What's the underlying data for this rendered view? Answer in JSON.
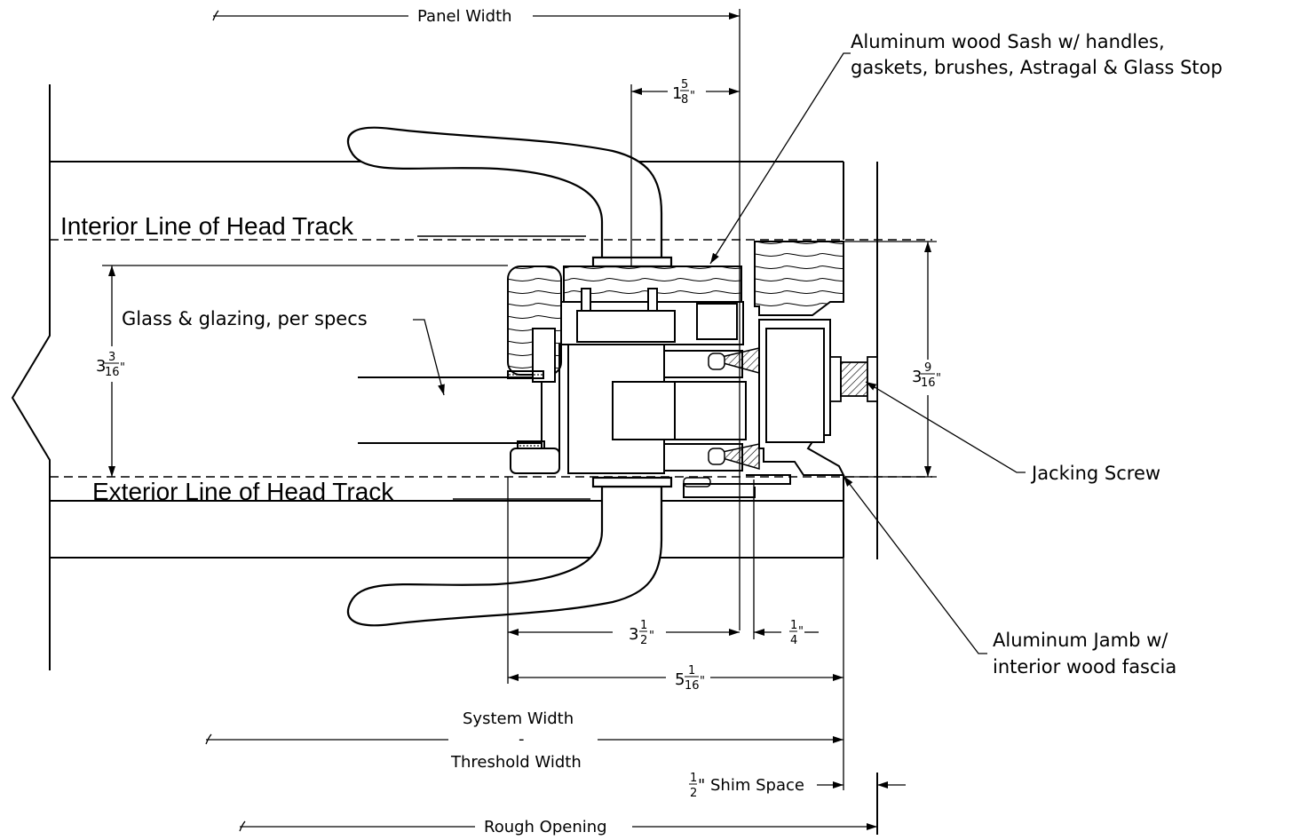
{
  "labels": {
    "panel_width": "Panel Width",
    "interior_line": "Interior Line of Head Track",
    "exterior_line": "Exterior Line of Head Track",
    "glass_glazing": "Glass & glazing, per specs",
    "sash_line1": "Aluminum wood Sash w/ handles,",
    "sash_line2": "gaskets, brushes, Astragal & Glass Stop",
    "jacking_screw": "Jacking Screw",
    "jamb_line1": "Aluminum Jamb w/",
    "jamb_line2": "interior wood fascia",
    "system_width": "System Width",
    "dash": "-",
    "threshold_width": "Threshold Width",
    "shim_space": "\" Shim Space",
    "rough_opening": "Rough Opening"
  },
  "dimensions": {
    "d_1_5_8": {
      "whole": "1",
      "num": "5",
      "den": "8",
      "unit": "\""
    },
    "d_3_3_16": {
      "whole": "3",
      "num": "3",
      "den": "16",
      "unit": "\""
    },
    "d_3_9_16": {
      "whole": "3",
      "num": "9",
      "den": "16",
      "unit": "\""
    },
    "d_3_1_2": {
      "whole": "3",
      "num": "1",
      "den": "2",
      "unit": "\""
    },
    "d_1_4": {
      "whole": "",
      "num": "1",
      "den": "4",
      "unit": "\""
    },
    "d_5_1_16": {
      "whole": "5",
      "num": "1",
      "den": "16",
      "unit": "\""
    },
    "d_shim": {
      "num": "1",
      "den": "2"
    }
  }
}
